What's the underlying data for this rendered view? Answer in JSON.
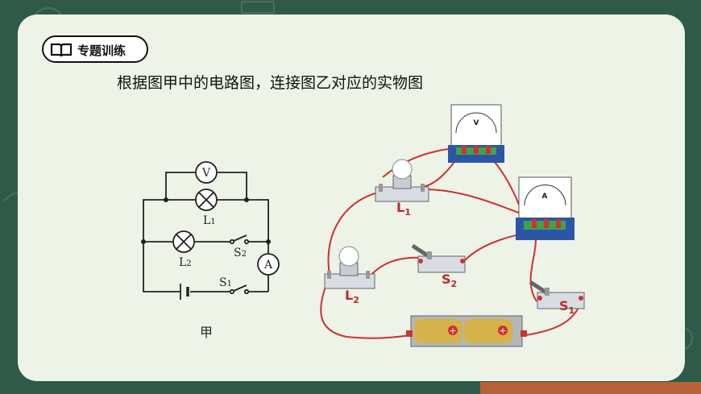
{
  "pill": {
    "label": "专题训练",
    "icon": "book-icon"
  },
  "heading": "根据图甲中的电路图，连接图乙对应的实物图",
  "schematic": {
    "voltmeter": "V",
    "ammeter": "A",
    "lamp1_label": "L",
    "lamp1_sub": "1",
    "lamp2_label": "L",
    "lamp2_sub": "2",
    "switch2_label": "S",
    "switch2_sub": "2",
    "switch1_label": "S",
    "switch1_sub": "1",
    "caption": "甲"
  },
  "physical": {
    "lamp1_label": "L",
    "lamp1_sub": "1",
    "lamp2_label": "L",
    "lamp2_sub": "2",
    "switch2_label": "S",
    "switch2_sub": "2",
    "switch1_label": "S",
    "switch1_sub": "1",
    "voltmeter_letter": "V",
    "ammeter_letter": "A"
  },
  "colors": {
    "background": "#2f5a4a",
    "panel": "#eef3e8",
    "wire": "#d0302e",
    "label_red": "#c0282a",
    "meter_base": "#2c55a8"
  }
}
